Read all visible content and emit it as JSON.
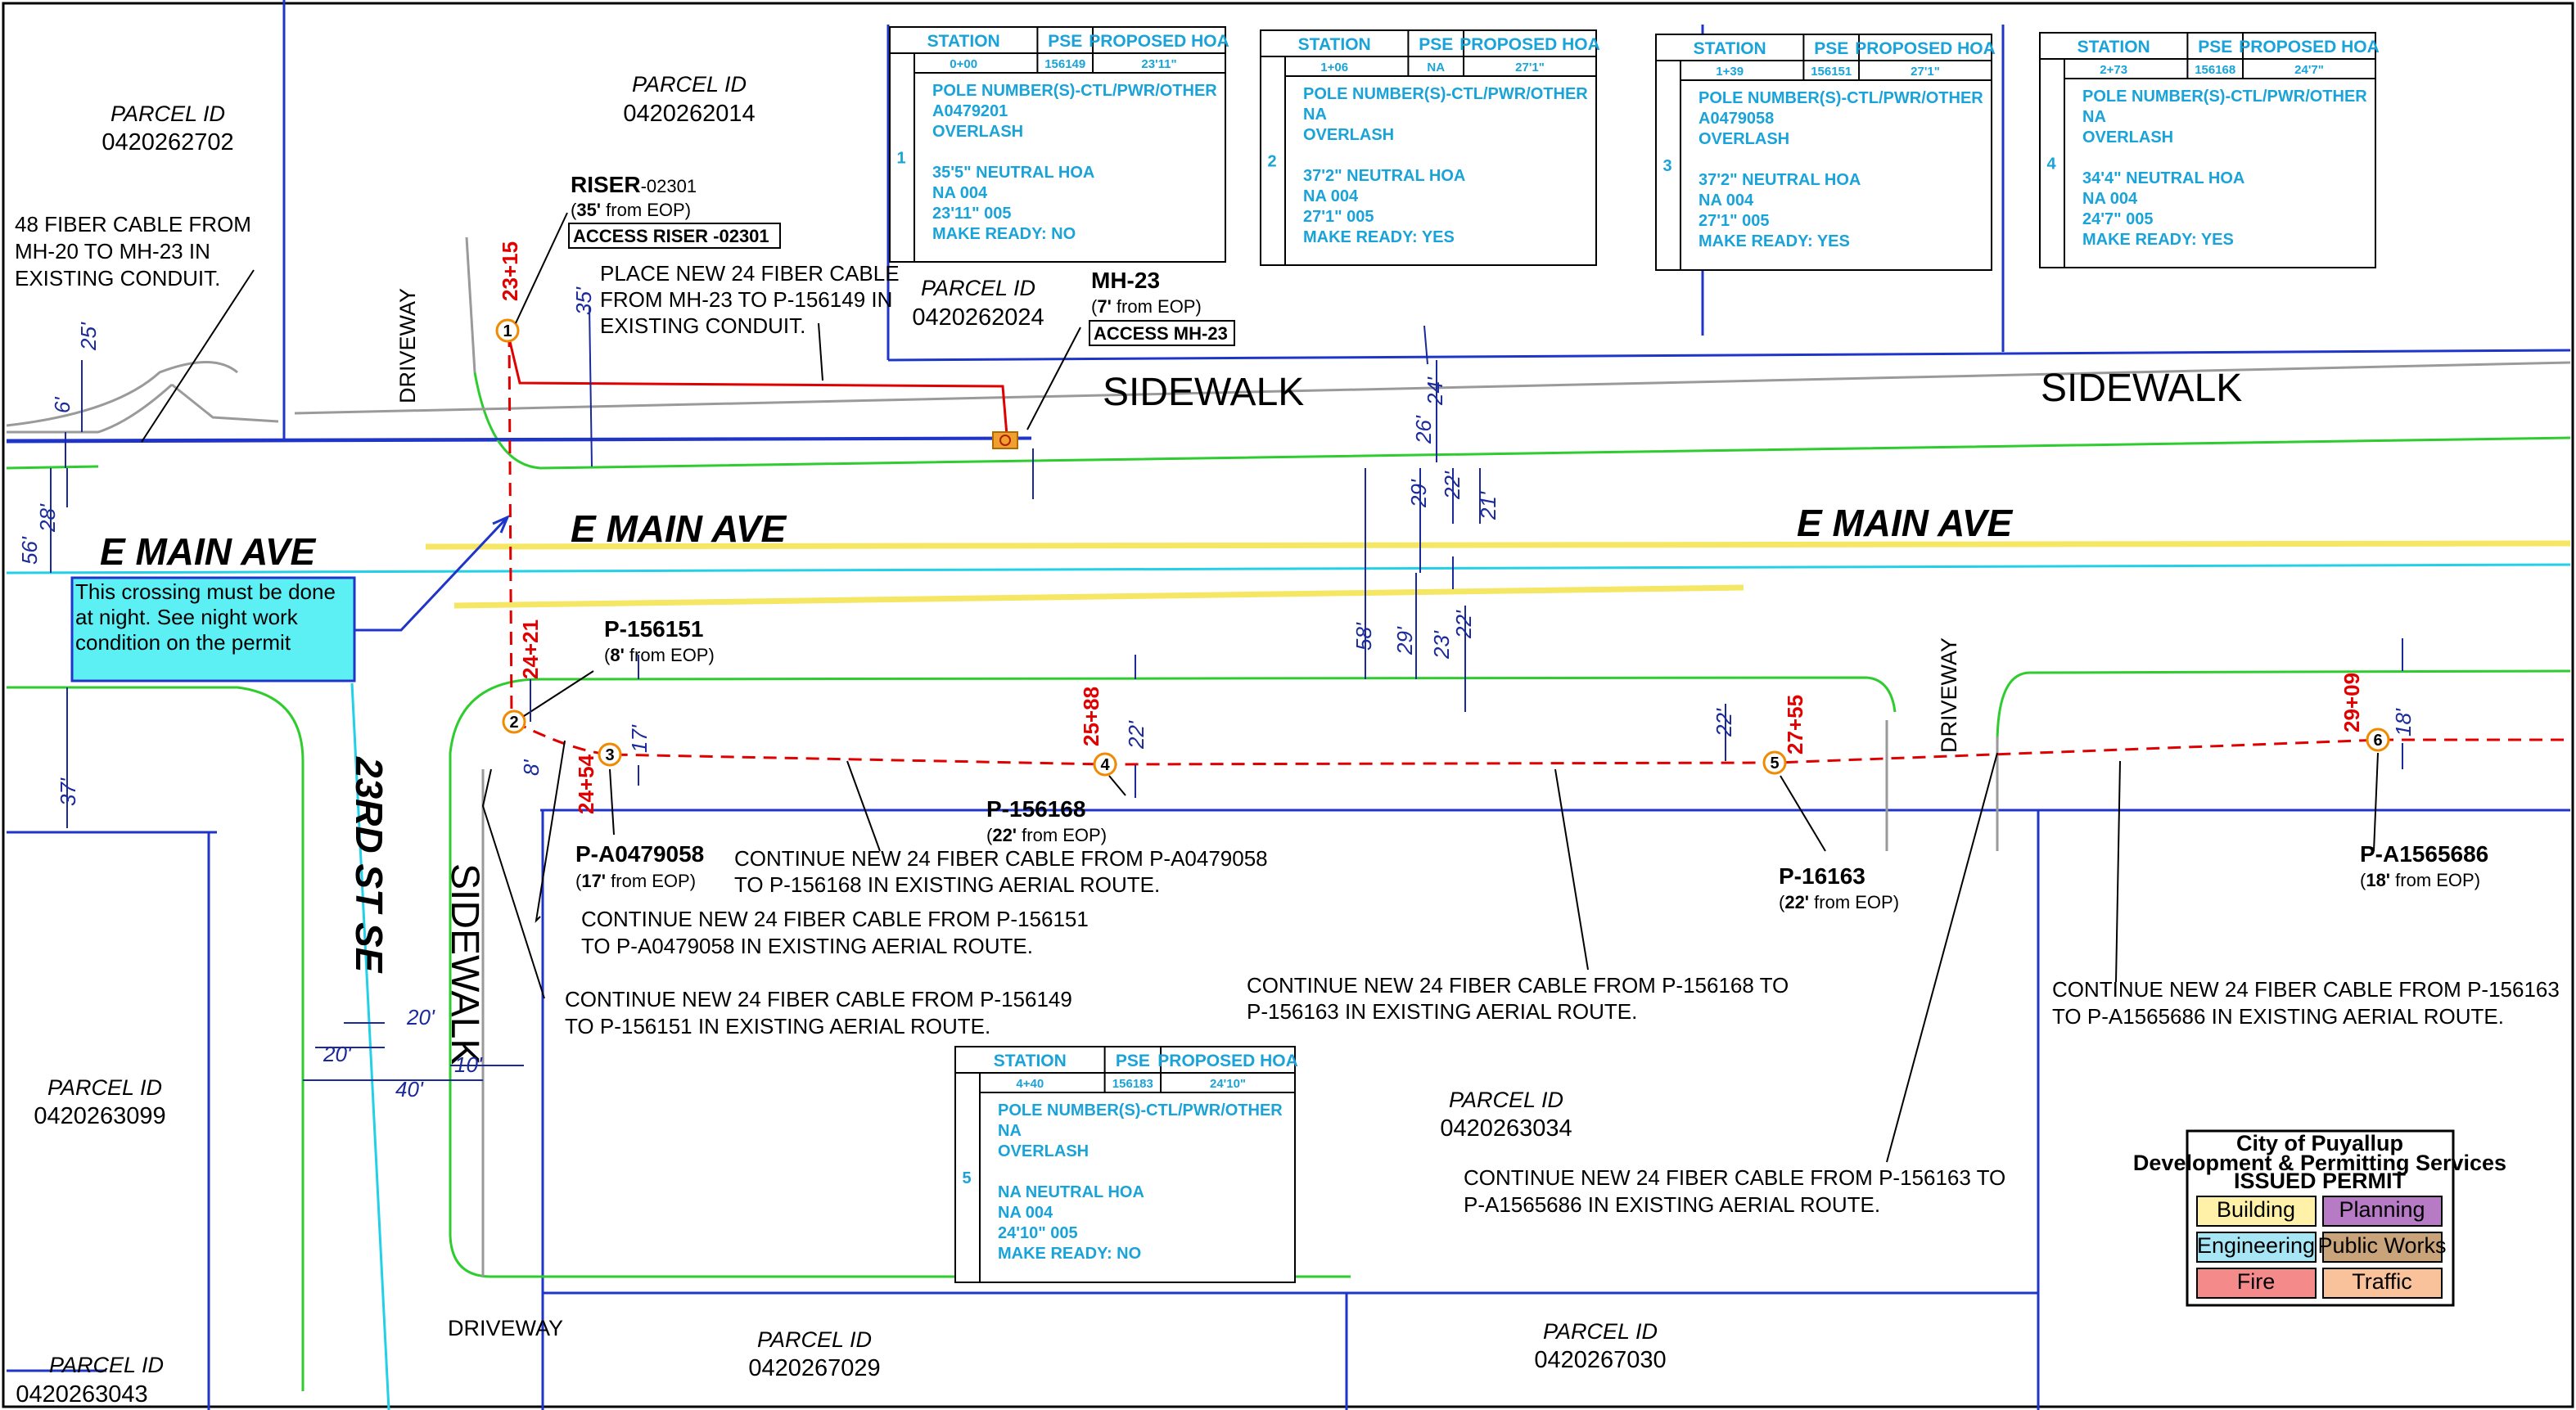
{
  "parcels": [
    {
      "label": "PARCEL ID",
      "number": "0420262702"
    },
    {
      "label": "PARCEL ID",
      "number": "0420262014"
    },
    {
      "label": "PARCEL ID",
      "number": "0420262024"
    },
    {
      "label": "PARCEL ID",
      "number": "0420263099"
    },
    {
      "label": "PARCEL ID",
      "number": "0420263043"
    },
    {
      "label": "PARCEL ID",
      "number": "0420267029"
    },
    {
      "label": "PARCEL ID",
      "number": "0420263034"
    },
    {
      "label": "PARCEL ID",
      "number": "0420267030"
    }
  ],
  "streets": {
    "main1": "E MAIN AVE",
    "main2": "E MAIN AVE",
    "main3": "E MAIN AVE",
    "cross": "23RD ST SE",
    "sidewalk1": "SIDEWALK",
    "sidewalk2": "SIDEWALK",
    "sidewalk3": "SIDEWALK",
    "driveway1": "DRIVEWAY",
    "driveway2": "DRIVEWAY",
    "driveway3": "DRIVEWAY"
  },
  "tables": [
    {
      "header": [
        "STATION",
        "PSE",
        "PROPOSED HOA"
      ],
      "values": [
        "0+00",
        "156149",
        "23'11\""
      ],
      "index": "1",
      "body": [
        "POLE NUMBER(S)-CTL/PWR/OTHER",
        "A0479201",
        "OVERLASH",
        "",
        "35'5\"      NEUTRAL HOA",
        "NA      004",
        "23'11\"     005",
        "MAKE READY: NO"
      ]
    },
    {
      "header": [
        "STATION",
        "PSE",
        "PROPOSED HOA"
      ],
      "values": [
        "1+06",
        "NA",
        "27'1\""
      ],
      "index": "2",
      "body": [
        "POLE NUMBER(S)-CTL/PWR/OTHER",
        "NA",
        "OVERLASH",
        "",
        "37'2\"      NEUTRAL HOA",
        "NA      004",
        "27'1\"     005",
        "MAKE READY: YES"
      ]
    },
    {
      "header": [
        "STATION",
        "PSE",
        "PROPOSED HOA"
      ],
      "values": [
        "1+39",
        "156151",
        "27'1\""
      ],
      "index": "3",
      "body": [
        "POLE NUMBER(S)-CTL/PWR/OTHER",
        "A0479058",
        "OVERLASH",
        "",
        "37'2\"      NEUTRAL HOA",
        "NA      004",
        "27'1\"     005",
        "MAKE READY: YES"
      ]
    },
    {
      "header": [
        "STATION",
        "PSE",
        "PROPOSED HOA"
      ],
      "values": [
        "2+73",
        "156168",
        "24'7\""
      ],
      "index": "4",
      "body": [
        "POLE NUMBER(S)-CTL/PWR/OTHER",
        "NA",
        "OVERLASH",
        "",
        "34'4\"      NEUTRAL HOA",
        "NA      004",
        "24'7\"     005",
        "MAKE READY: YES"
      ]
    },
    {
      "header": [
        "STATION",
        "PSE",
        "PROPOSED HOA"
      ],
      "values": [
        "4+40",
        "156183",
        "24'10\""
      ],
      "index": "5",
      "body": [
        "POLE NUMBER(S)-CTL/PWR/OTHER",
        "NA",
        "OVERLASH",
        "",
        "NA      NEUTRAL HOA",
        "NA      004",
        "24'10\"     005",
        "MAKE READY: NO"
      ]
    }
  ],
  "notes": {
    "fiber48": [
      "48 FIBER CABLE FROM",
      "MH-20 TO MH-23  IN",
      "EXISTING  CONDUIT."
    ],
    "place24": [
      "PLACE NEW 24 FIBER CABLE",
      "FROM MH-23 TO P-156149  IN",
      "EXISTING  CONDUIT."
    ],
    "night": [
      "This crossing must be done",
      "at night.  See night work",
      "condition on the permit"
    ],
    "c1": [
      "CONTINUE NEW 24 FIBER CABLE FROM P-A0479058",
      "TO P-156168 IN EXISTING  AERIAL ROUTE."
    ],
    "c2": [
      "CONTINUE NEW 24 FIBER CABLE FROM P-156151",
      "TO P-A0479058 IN EXISTING  AERIAL ROUTE."
    ],
    "c3": [
      "CONTINUE NEW 24 FIBER CABLE FROM P-156149",
      "TO P-156151 IN EXISTING  AERIAL ROUTE."
    ],
    "c4": [
      "CONTINUE NEW 24 FIBER CABLE FROM P-156168 TO",
      "P-156163 IN EXISTING  AERIAL ROUTE."
    ],
    "c5": [
      "CONTINUE NEW 24 FIBER CABLE FROM P-156163 TO",
      "P-A1565686 IN EXISTING  AERIAL ROUTE."
    ],
    "c6": [
      "CONTINUE NEW 24 FIBER CABLE FROM P-156163",
      "TO P-A1565686 IN EXISTING  AERIAL ROUTE."
    ]
  },
  "riser": {
    "name": "RISER",
    "id": "-02301",
    "dist": "35'",
    "from": " from EOP)",
    "access": "ACCESS RISER -02301"
  },
  "mh23": {
    "name": "MH-23",
    "dist": "7'",
    "from": " from EOP)",
    "access": "ACCESS MH-23"
  },
  "poles": [
    {
      "name": "P-156151",
      "dist": "8'",
      "from": " from EOP)"
    },
    {
      "name": "P-A0479058",
      "dist": "17'",
      "from": " from EOP)"
    },
    {
      "name": "P-156168",
      "dist": "22'",
      "from": " from EOP)"
    },
    {
      "name": "P-16163",
      "dist": "22'",
      "from": " from EOP)"
    },
    {
      "name": "P-A1565686",
      "dist": "18'",
      "from": " from EOP)"
    }
  ],
  "stations": [
    "23+15",
    "24+21",
    "24+54",
    "25+88",
    "27+55",
    "29+09"
  ],
  "nodes": [
    "1",
    "2",
    "3",
    "4",
    "5",
    "6"
  ],
  "dims": [
    "25'",
    "6'",
    "28'",
    "56'",
    "37'",
    "35'",
    "24'",
    "26'",
    "29'",
    "22'",
    "21'",
    "58'",
    "29'",
    "23'",
    "22'",
    "8'",
    "17'",
    "22'",
    "22'",
    "18'",
    "20'",
    "20'",
    "40'",
    "10'"
  ],
  "permit": {
    "title": "City of Puyallup",
    "subtitle": "Development & Permitting Services",
    "status": "ISSUED PERMIT",
    "cells": [
      "Building",
      "Planning",
      "Engineering",
      "Public Works",
      "Fire",
      "Traffic"
    ],
    "colors": [
      "#fff2a8",
      "#b77ac4",
      "#a6e6f5",
      "#c9a47a",
      "#f58a8a",
      "#f9c29a"
    ]
  }
}
